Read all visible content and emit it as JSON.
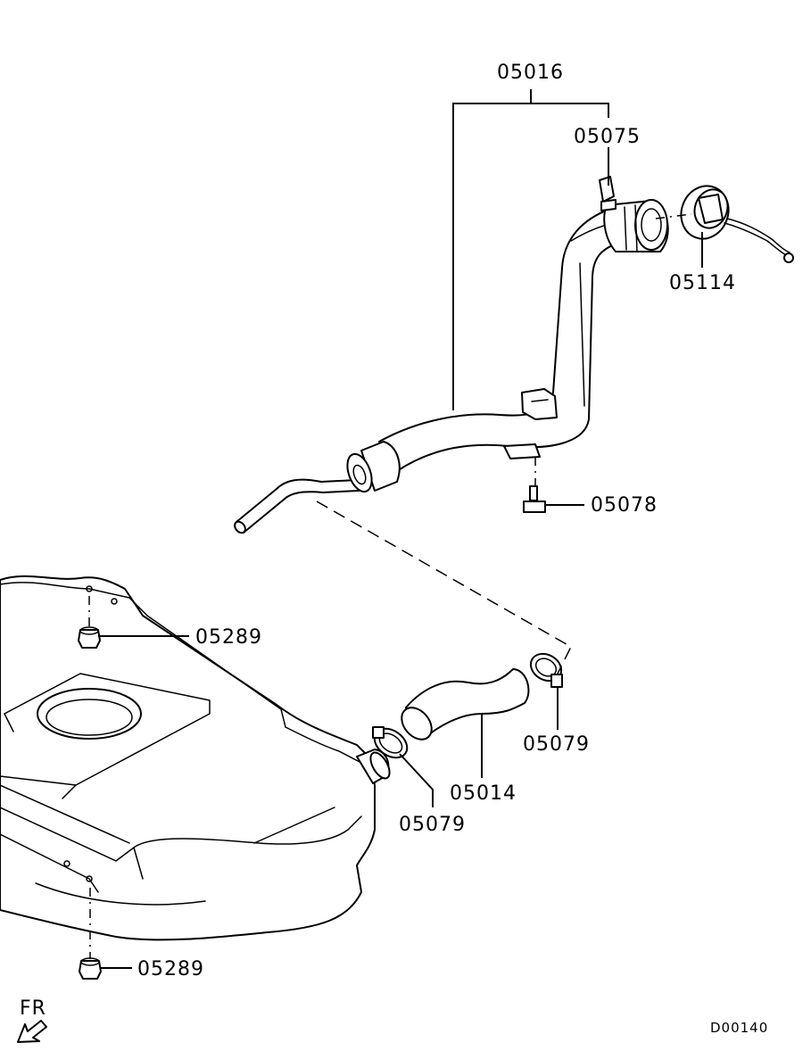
{
  "labels": {
    "filler_neck_assy": "05016",
    "breather_hose_clip": "05075",
    "fuel_cap": "05114",
    "bolt": "05078",
    "nut_upper": "05289",
    "hose_clamp_right": "05079",
    "filler_hose": "05014",
    "hose_clamp_left": "05079",
    "nut_lower": "05289"
  },
  "direction_label": "FR",
  "drawing_code": "D00140"
}
